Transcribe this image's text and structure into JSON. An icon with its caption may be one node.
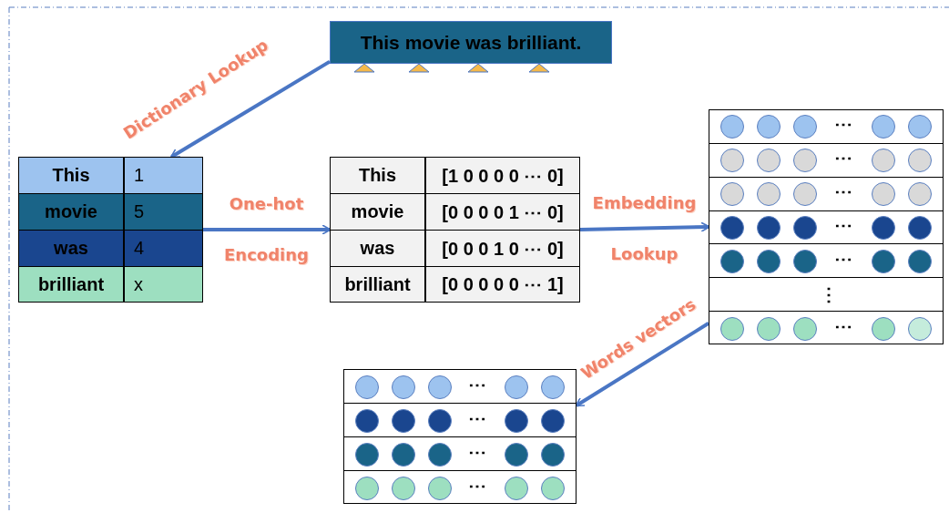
{
  "diagram": {
    "nodes": [
      {
        "text": [
          "This movie was brilliant."
        ]
      },
      {
        "text": [
          "This",
          "1",
          "movie",
          "5",
          "was",
          "4",
          "brilliant",
          "x"
        ]
      },
      {
        "text": [
          "This",
          "[1 0 0 0 0 ⋯ 0]",
          "movie",
          "[0 0 0 0 1 ⋯ 0]",
          "was",
          "[0 0 0 1 0 ⋯ 0]",
          "brilliant",
          "[0 0 0 0 0 ⋯ 1]"
        ]
      },
      {
        "text": [
          "⋯",
          "⋯",
          "⋯",
          "⋯",
          "⋯",
          "⋮",
          "⋯"
        ]
      },
      {
        "text": [
          "⋯",
          "⋯",
          "⋯",
          "⋯"
        ]
      }
    ],
    "edges": [
      {
        "from": 0,
        "to": 1,
        "arrow": "to",
        "label": "Dictionary Lookup"
      },
      {
        "from": 1,
        "to": 2,
        "arrow": "to",
        "label": "One-hot Encoding"
      },
      {
        "from": 2,
        "to": 3,
        "arrow": "to",
        "label": "Embedding Lookup"
      },
      {
        "from": 3,
        "to": 4,
        "arrow": "to",
        "label": "Words vectors"
      }
    ]
  }
}
